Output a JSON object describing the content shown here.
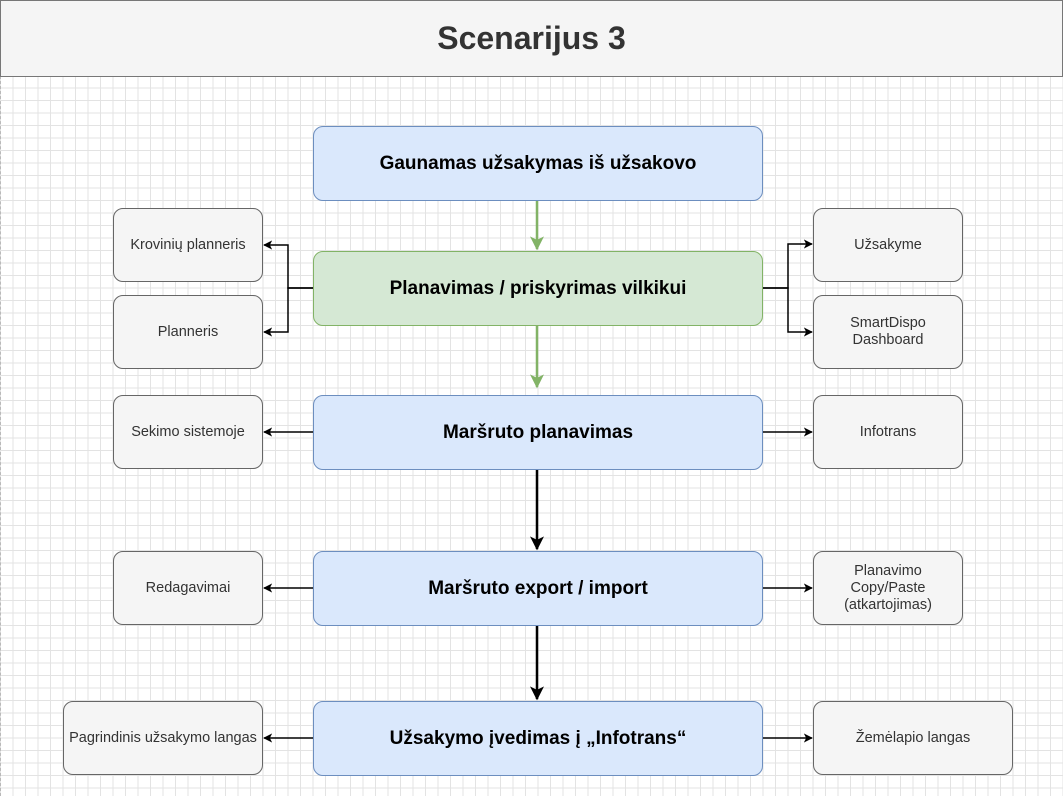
{
  "diagram": {
    "title": "Scenarijus 3",
    "main_steps": {
      "order_received": "Gaunamas užsakymas iš užsakovo",
      "planning": "Planavimas / priskyrimas vilkikui",
      "route_planning": "Maršruto planavimas",
      "route_export_import": "Maršruto export / import",
      "order_entry": "Užsakymo įvedimas į „Infotrans“"
    },
    "side_items": {
      "cargo_planner": "Krovinių planneris",
      "planner": "Planneris",
      "in_order": "Užsakyme",
      "smartdispo_dashboard": "SmartDispo\nDashboard",
      "tracking_system": "Sekimo sistemoje",
      "infotrans": "Infotrans",
      "edits": "Redagavimai",
      "planning_copy_paste": "Planavimo\nCopy/Paste\n(atkartojimas)",
      "main_order_window": "Pagrindinis užsakymo langas",
      "map_window": "Žemėlapio langas"
    },
    "colors": {
      "main_fill": "#dae8fc",
      "main_stroke": "#6c8ebf",
      "highlight_fill": "#d5e8d4",
      "highlight_stroke": "#82b366",
      "side_fill": "#f5f5f5",
      "side_stroke": "#666666",
      "green_arrow": "#82b366",
      "black_arrow": "#000000"
    }
  }
}
